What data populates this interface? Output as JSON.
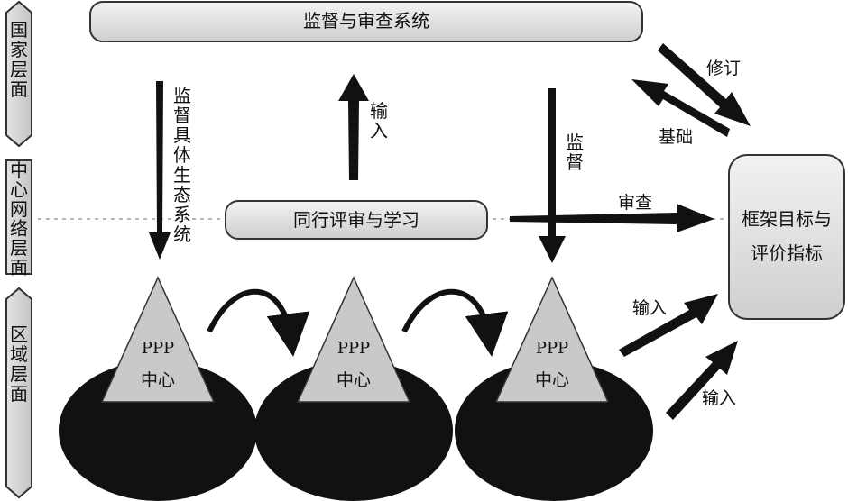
{
  "levels": {
    "national": "国家层面",
    "center_network": "中心网络层面",
    "regional": "区域层面"
  },
  "boxes": {
    "supervision_system": "监督与审查系统",
    "peer_review": "同行评审与学习",
    "framework_line1": "框架目标与",
    "framework_line2": "评价指标"
  },
  "labels": {
    "supervise_specific": "监督具体生态系统",
    "input_up": "输入",
    "supervise_down": "监督",
    "revise": "修订",
    "basis": "基础",
    "review": "审查",
    "input_right_1": "输入",
    "input_right_2": "输入"
  },
  "centers": [
    {
      "title": "PPP",
      "subtitle": "中心"
    },
    {
      "title": "PPP",
      "subtitle": "中心"
    },
    {
      "title": "PPP",
      "subtitle": "中心"
    }
  ]
}
